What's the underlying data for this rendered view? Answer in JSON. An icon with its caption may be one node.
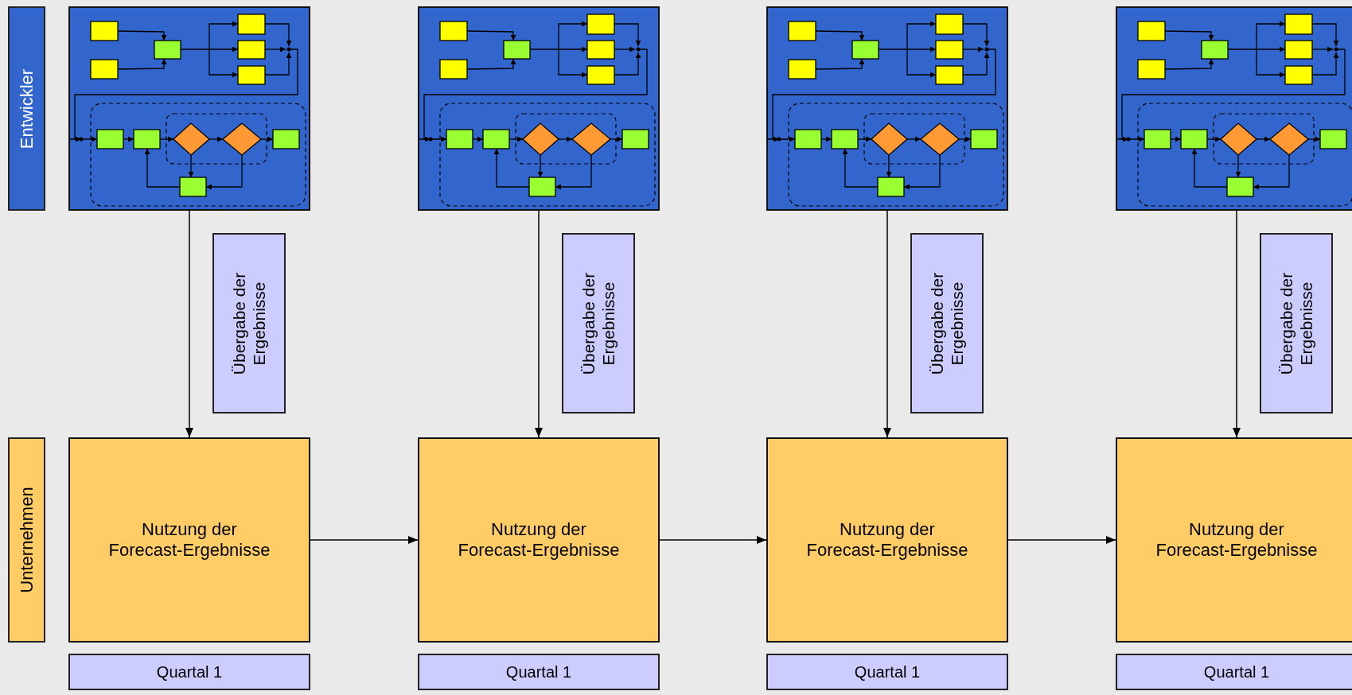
{
  "diagram": {
    "nodes": [
      {
        "text": [
          "Entwickler"
        ]
      },
      {
        "text": [],
        "shape": "picture"
      },
      {
        "text": [],
        "shape": "picture"
      },
      {
        "text": [],
        "shape": "picture"
      },
      {
        "text": [],
        "shape": "picture"
      },
      {
        "text": [
          "Übergabe der Ergebnisse"
        ]
      },
      {
        "text": [
          "Übergabe der Ergebnisse"
        ]
      },
      {
        "text": [
          "Übergabe der Ergebnisse"
        ]
      },
      {
        "text": [
          "Übergabe der Ergebnisse"
        ]
      },
      {
        "text": [
          "Unternehmen"
        ]
      },
      {
        "text": [
          "Nutzung der Forecast-Ergebnisse"
        ]
      },
      {
        "text": [
          "Nutzung der Forecast-Ergebnisse"
        ]
      },
      {
        "text": [
          "Nutzung der Forecast-Ergebnisse"
        ]
      },
      {
        "text": [
          "Nutzung der Forecast-Ergebnisse"
        ]
      },
      {
        "text": [
          "Quartal 1"
        ]
      },
      {
        "text": [
          "Quartal 1"
        ]
      },
      {
        "text": [
          "Quartal 1"
        ]
      },
      {
        "text": [
          "Quartal 1"
        ]
      }
    ],
    "edges": [
      {
        "from": 1,
        "to": 10,
        "arrow": "to"
      },
      {
        "from": 2,
        "to": 11,
        "arrow": "to"
      },
      {
        "from": 3,
        "to": 12,
        "arrow": "to"
      },
      {
        "from": 4,
        "to": 13,
        "arrow": "to"
      },
      {
        "from": 10,
        "to": 11,
        "arrow": "to"
      },
      {
        "from": 11,
        "to": 12,
        "arrow": "to"
      },
      {
        "from": 12,
        "to": 13,
        "arrow": "to"
      }
    ]
  }
}
